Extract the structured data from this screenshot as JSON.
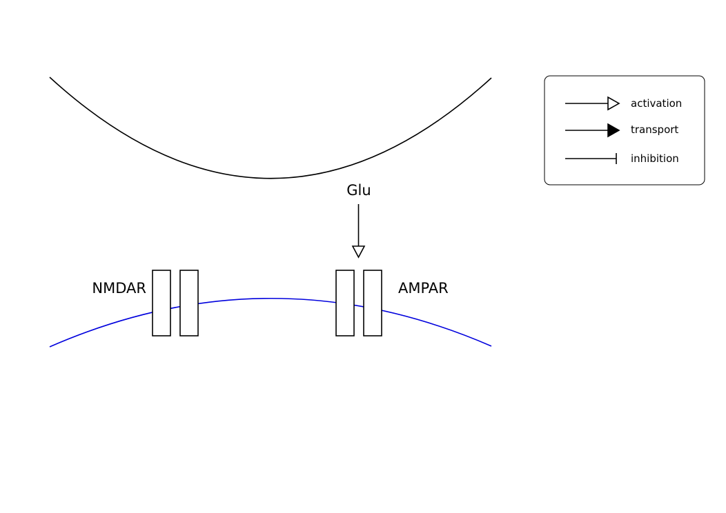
{
  "diagram": {
    "labels": {
      "glu": "Glu",
      "nmdar": "NMDAR",
      "ampar": "AMPAR"
    },
    "colors": {
      "presynaptic_membrane": "#000000",
      "postsynaptic_membrane": "#0000dd",
      "stroke": "#000000",
      "background": "#ffffff"
    }
  },
  "legend": {
    "items": [
      {
        "label": "activation",
        "arrow": "open-triangle-arrow"
      },
      {
        "label": "transport",
        "arrow": "filled-triangle-arrow"
      },
      {
        "label": "inhibition",
        "arrow": "bar-end-line"
      }
    ]
  }
}
